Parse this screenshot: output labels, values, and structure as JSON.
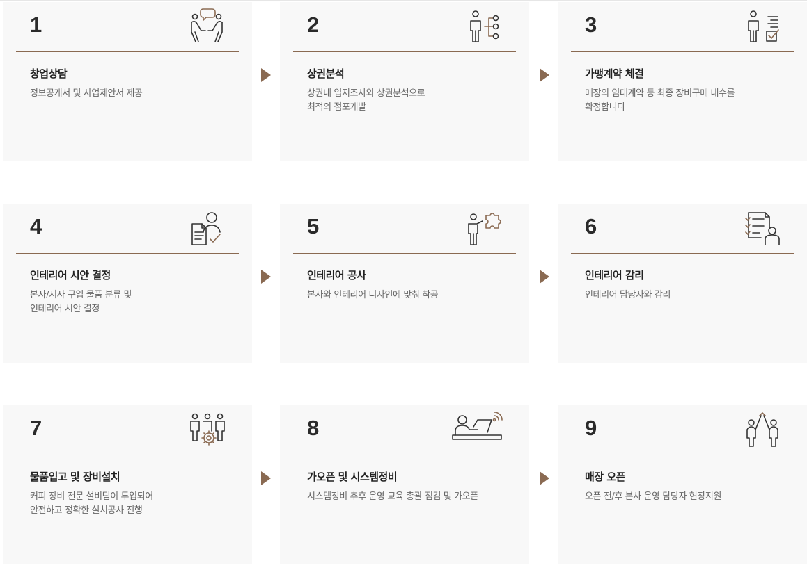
{
  "accent_color": "#8a6a52",
  "steps": [
    {
      "number": "1",
      "title": "창업상담",
      "description": "정보공개서 및 사업제안서 제공",
      "icon": "consultation-icon"
    },
    {
      "number": "2",
      "title": "상권분석",
      "description": "상권내 입지조사와 상권분석으로\n최적의 점포개발",
      "icon": "analysis-icon"
    },
    {
      "number": "3",
      "title": "가맹계약 체결",
      "description": "매장의 임대계약 등 최종 장비구매 내수를\n확정합니다",
      "icon": "contract-icon"
    },
    {
      "number": "4",
      "title": "인테리어 시안 결정",
      "description": "본사/지사 구입 물품 분류 및\n인테리어 시안 결정",
      "icon": "document-person-icon"
    },
    {
      "number": "5",
      "title": "인테리어 공사",
      "description": "본사와 인테리어 디자인에 맞춰 착공",
      "icon": "puzzle-person-icon"
    },
    {
      "number": "6",
      "title": "인테리어 감리",
      "description": "인테리어 담당자와 감리",
      "icon": "checklist-person-icon"
    },
    {
      "number": "7",
      "title": "물품입고 및 장비설치",
      "description": "커피 장비 전문 설비팀이 투입되어\n안전하고 정확한 설치공사 진행",
      "icon": "team-gear-icon"
    },
    {
      "number": "8",
      "title": "가오픈 및 시스템정비",
      "description": "시스템정비 추후 운영 교육 총괄 점검 및 가오픈",
      "icon": "laptop-wifi-icon"
    },
    {
      "number": "9",
      "title": "매장 오픈",
      "description": "오픈 전/후 본사 운영 담당자 현장지원",
      "icon": "high-five-icon"
    }
  ]
}
